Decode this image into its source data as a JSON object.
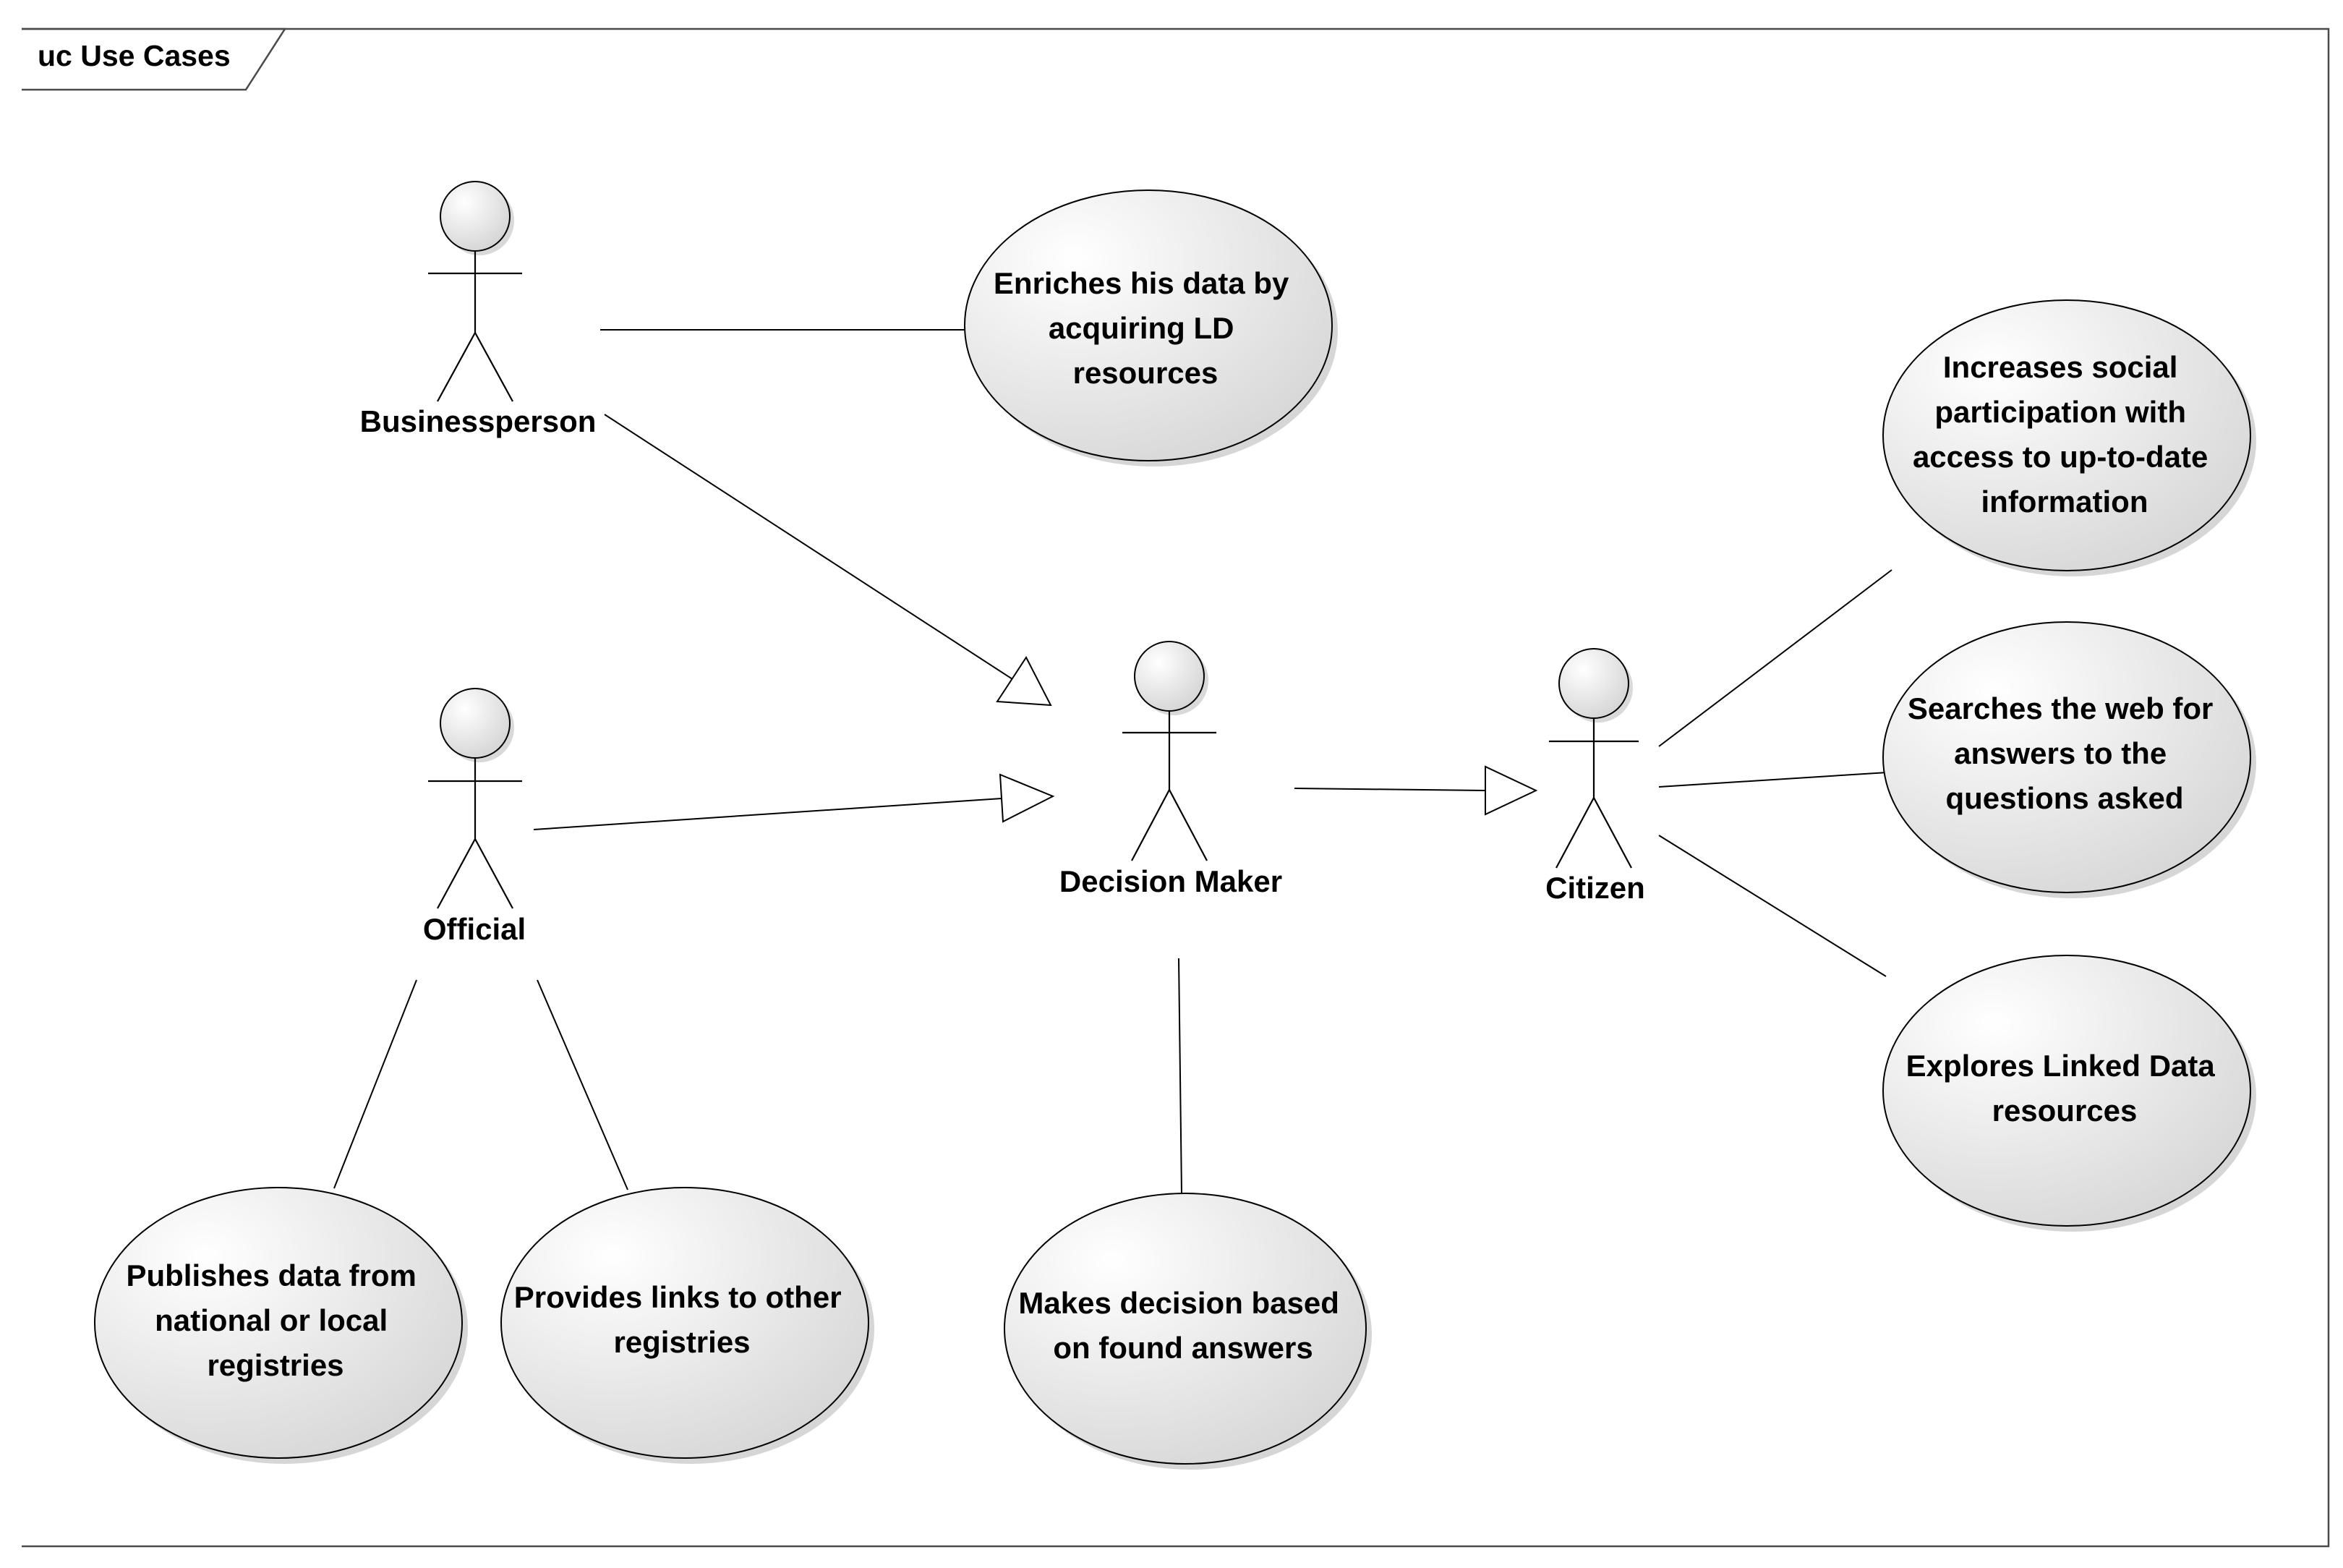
{
  "frame": {
    "label": "uc Use Cases"
  },
  "actors": [
    {
      "id": "businessperson",
      "name": "Businessperson"
    },
    {
      "id": "official",
      "name": "Official"
    },
    {
      "id": "decision-maker",
      "name": "Decision Maker"
    },
    {
      "id": "citizen",
      "name": "Citizen"
    }
  ],
  "use_cases": [
    {
      "id": "enriches",
      "lines": [
        "Enriches his data by",
        "acquiring LD",
        "resources"
      ]
    },
    {
      "id": "increases",
      "lines": [
        "Increases social",
        "participation with",
        "access to up-to-date",
        "information"
      ]
    },
    {
      "id": "searches",
      "lines": [
        "Searches the web for",
        "answers to the",
        "questions asked"
      ]
    },
    {
      "id": "explores",
      "lines": [
        "Explores Linked Data",
        "resources"
      ]
    },
    {
      "id": "publishes",
      "lines": [
        "Publishes data from",
        "national or local",
        "registries"
      ]
    },
    {
      "id": "provides",
      "lines": [
        "Provides links to other",
        "registries"
      ]
    },
    {
      "id": "makes",
      "lines": [
        "Makes decision based",
        "on found answers"
      ]
    }
  ],
  "relations": [
    {
      "kind": "association",
      "from": "businessperson",
      "to": "enriches"
    },
    {
      "kind": "generalization",
      "from": "businessperson",
      "to": "decision-maker"
    },
    {
      "kind": "generalization",
      "from": "official",
      "to": "decision-maker"
    },
    {
      "kind": "generalization",
      "from": "decision-maker",
      "to": "citizen"
    },
    {
      "kind": "association",
      "from": "citizen",
      "to": "increases"
    },
    {
      "kind": "association",
      "from": "citizen",
      "to": "searches"
    },
    {
      "kind": "association",
      "from": "citizen",
      "to": "explores"
    },
    {
      "kind": "association",
      "from": "official",
      "to": "publishes"
    },
    {
      "kind": "association",
      "from": "official",
      "to": "provides"
    },
    {
      "kind": "association",
      "from": "decision-maker",
      "to": "makes"
    }
  ],
  "colors": {
    "ellipse_fill_light": "#ffffff",
    "ellipse_fill_dark": "#dcdcdc",
    "line": "#000000",
    "shadow": "#b4b4b4"
  }
}
